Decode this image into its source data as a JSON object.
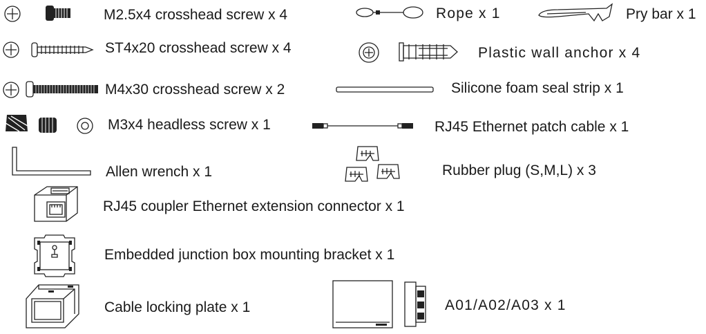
{
  "items": {
    "m25_screw": "M2.5x4 crosshead screw x 4",
    "rope": "Rope x 1",
    "pry_bar": "Pry bar x 1",
    "st4_screw": "ST4x20 crosshead screw x 4",
    "wall_anchor": "Plastic wall anchor x 4",
    "m4_screw": "M4x30 crosshead screw x 2",
    "seal_strip": "Silicone foam seal strip x 1",
    "m3_screw": "M3x4 headless screw x 1",
    "patch_cable": "RJ45 Ethernet patch cable x 1",
    "allen_wrench": "Allen wrench x 1",
    "rubber_plug": "Rubber plug (S,M,L) x 3",
    "coupler": "RJ45 coupler Ethernet extension connector x 1",
    "bracket": "Embedded junction box mounting bracket x 1",
    "locking_plate": "Cable locking plate x 1",
    "device": "A01/A02/A03 x 1"
  },
  "icons": [
    "crosshead-screw-head-icon",
    "screw-icon",
    "rope-icon",
    "pry-bar-icon",
    "wall-anchor-icon",
    "seal-strip-icon",
    "headless-screw-icon",
    "ethernet-cable-icon",
    "allen-wrench-icon",
    "rubber-plug-icon",
    "rj45-coupler-icon",
    "mounting-bracket-icon",
    "locking-plate-icon",
    "device-front-icon",
    "device-side-icon"
  ]
}
